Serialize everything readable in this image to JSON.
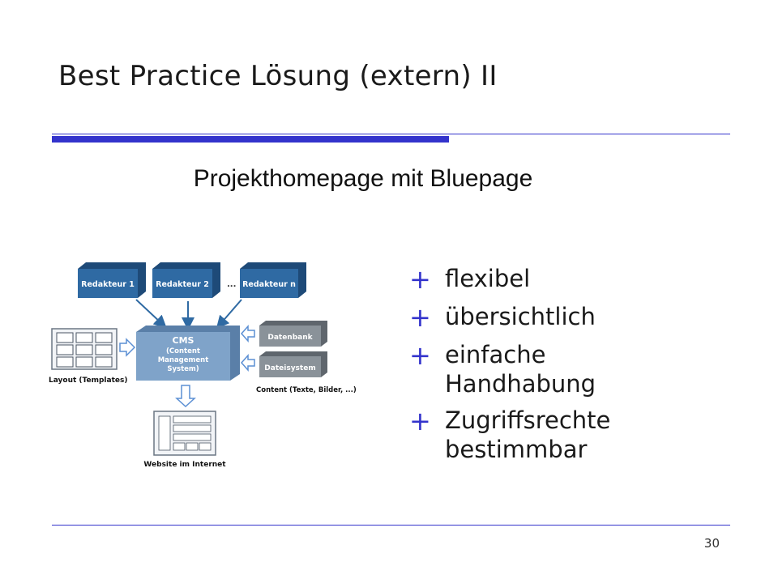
{
  "slide": {
    "title": "Best Practice Lösung (extern) II",
    "subtitle": "Projekthomepage mit Bluepage",
    "page_number": "30"
  },
  "bullets": [
    {
      "marker": "+",
      "text": "flexibel"
    },
    {
      "marker": "+",
      "text": "übersichtlich"
    },
    {
      "marker": "+",
      "text": "einfache Handhabung"
    },
    {
      "marker": "+",
      "text": "Zugriffsrechte bestimmbar"
    }
  ],
  "diagram": {
    "editor_1": "Redakteur 1",
    "editor_2": "Redakteur 2",
    "ellipsis": "...",
    "editor_n": "Redakteur n",
    "cms_title": "CMS",
    "cms_line1": "(Content",
    "cms_line2": "Management",
    "cms_line3": "System)",
    "database": "Datenbank",
    "filesystem": "Dateisystem",
    "layout_label": "Layout  (Templates)",
    "content_label": "Content (Texte, Bilder, ...)",
    "website_label": "Website im Internet"
  },
  "colors": {
    "accent": "#3333cc",
    "box_blue": "#2f6aa3",
    "box_blue_side": "#1e4a78",
    "cms_blue": "#7fa3c9",
    "gray_box": "#8a9299",
    "arrow": "#5b8fd4"
  }
}
